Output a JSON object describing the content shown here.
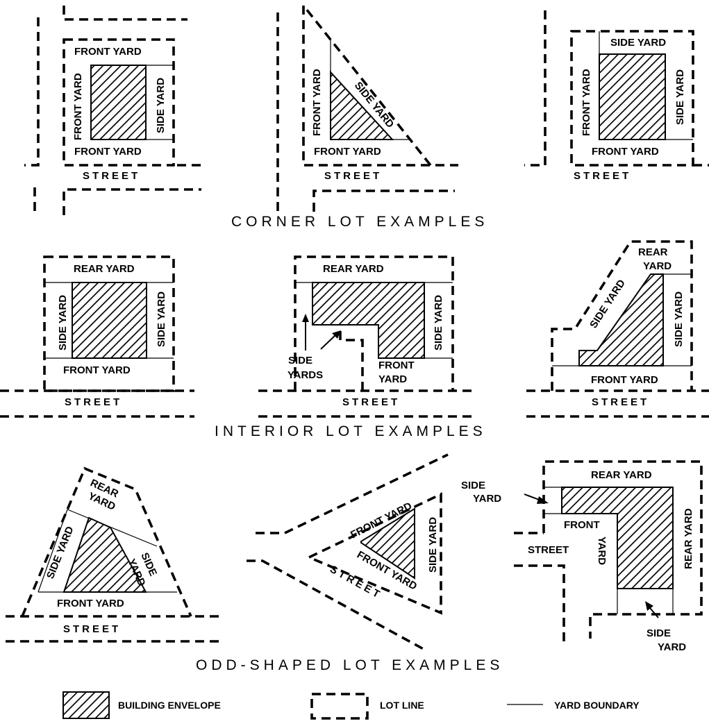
{
  "sections": {
    "corner": "CORNER LOT EXAMPLES",
    "interior": "INTERIOR LOT EXAMPLES",
    "odd": "ODD-SHAPED LOT EXAMPLES"
  },
  "labels": {
    "front_yard": "FRONT YARD",
    "side_yard": "SIDE YARD",
    "rear_yard": "REAR YARD",
    "street": "STREET",
    "side_yards": "SIDE YARDS",
    "side": "SIDE",
    "yard": "YARD",
    "yards": "YARDS",
    "front": "FRONT",
    "rear": "REAR"
  },
  "legend": {
    "building_envelope": "BUILDING ENVELOPE",
    "lot_line": "LOT LINE",
    "yard_boundary": "YARD BOUNDARY"
  }
}
